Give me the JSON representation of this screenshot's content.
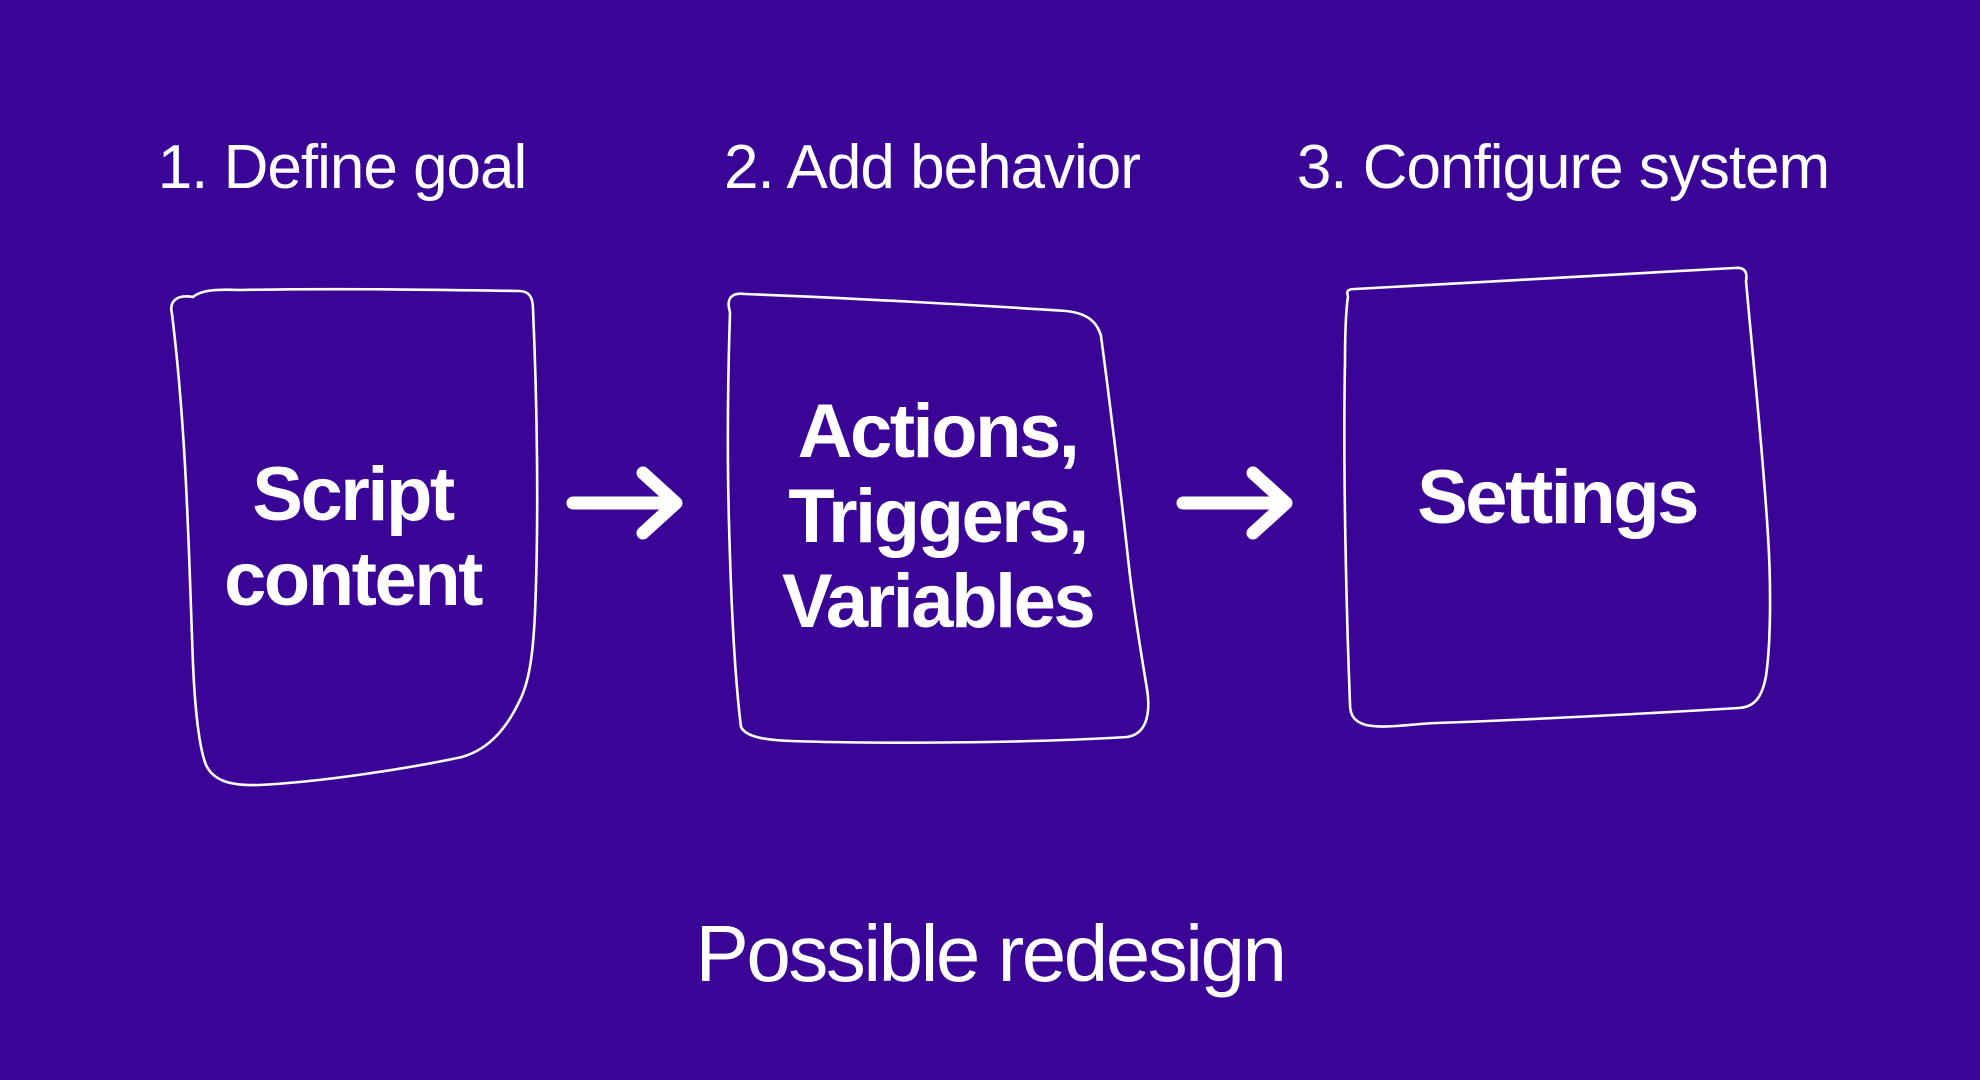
{
  "colors": {
    "background": "#3A0596",
    "stroke": "#FFFFFF",
    "text": "#FFFFFF"
  },
  "steps": [
    {
      "label": "1. Define goal",
      "box_lines": [
        "Script",
        "content"
      ]
    },
    {
      "label": "2. Add behavior",
      "box_lines": [
        "Actions,",
        "Triggers,",
        "Variables"
      ]
    },
    {
      "label": "3. Configure system",
      "box_lines": [
        "Settings"
      ]
    }
  ],
  "icons": [
    {
      "name": "arrow-right-icon"
    },
    {
      "name": "arrow-right-icon"
    }
  ],
  "caption": {
    "text": "Possible redesign"
  }
}
